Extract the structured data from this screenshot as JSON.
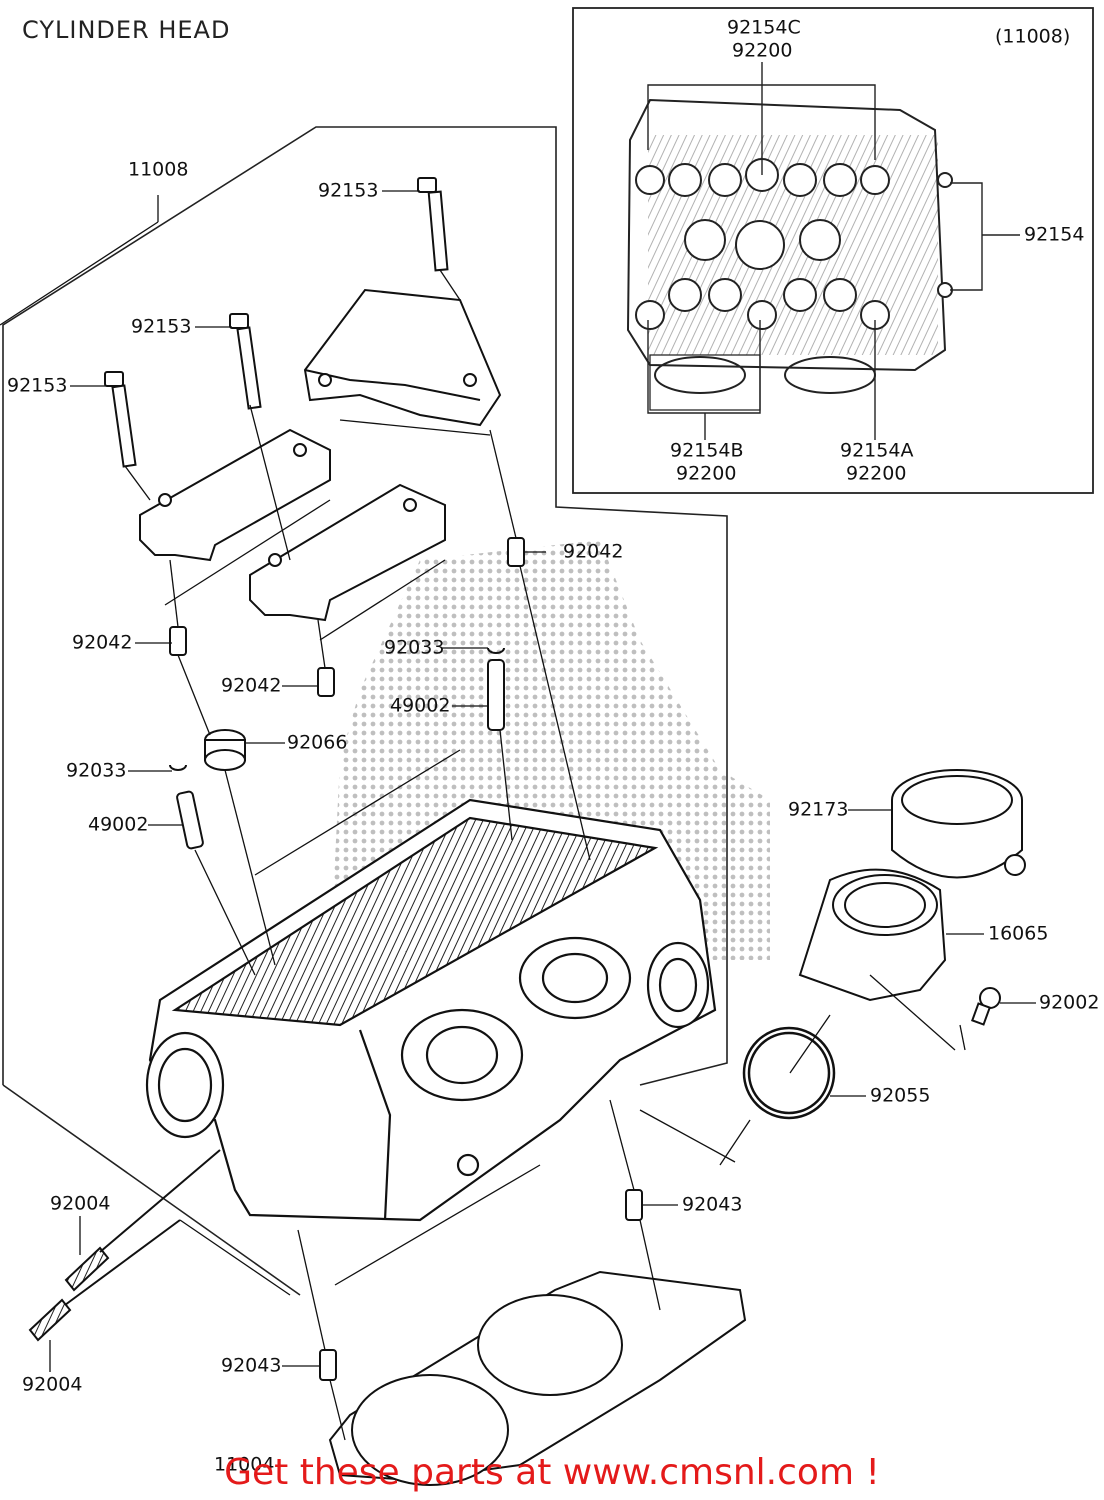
{
  "title": "CYLINDER HEAD",
  "inset_ref": "(11008)",
  "footer_cta": "Get these parts at www.cmsnl.com !",
  "part_labels": {
    "l11008": "11008",
    "l92153_a": "92153",
    "l92153_b": "92153",
    "l92153_c": "92153",
    "l92042_a": "92042",
    "l92042_b": "92042",
    "l92042_c": "92042",
    "l92033_a": "92033",
    "l92033_b": "92033",
    "l49002_a": "49002",
    "l49002_b": "49002",
    "l92066": "92066",
    "l92173": "92173",
    "l16065": "16065",
    "l92002": "92002",
    "l92055": "92055",
    "l92043_a": "92043",
    "l92043_b": "92043",
    "l92004_a": "92004",
    "l92004_b": "92004",
    "l11004": "11004",
    "l92154C": "92154C",
    "l92200_top": "92200",
    "l92154": "92154",
    "l92154B": "92154B",
    "l92200_bl": "92200",
    "l92154A": "92154A",
    "l92200_br": "92200"
  }
}
